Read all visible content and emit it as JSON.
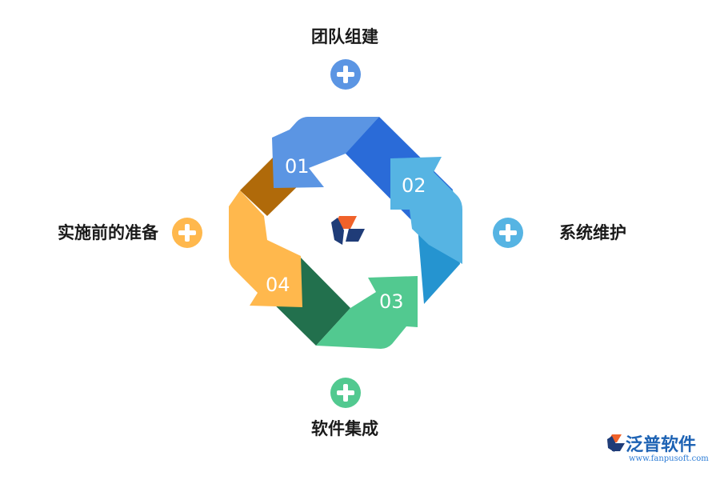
{
  "steps": [
    {
      "number": "01",
      "label": "团队组建",
      "color": "#5b95e3"
    },
    {
      "number": "02",
      "label": "系统维护",
      "color": "#56b4e3"
    },
    {
      "number": "03",
      "label": "软件集成",
      "color": "#52c990"
    },
    {
      "number": "04",
      "label": "实施前的准备",
      "color": "#ffb84d"
    }
  ],
  "icons": {
    "step_marker": "plus-circle-icon",
    "center": "fanpu-logo-icon",
    "brand": "fanpu-logo-icon"
  },
  "brand": {
    "name": "泛普软件",
    "url": "www.fanpusoft.com"
  }
}
